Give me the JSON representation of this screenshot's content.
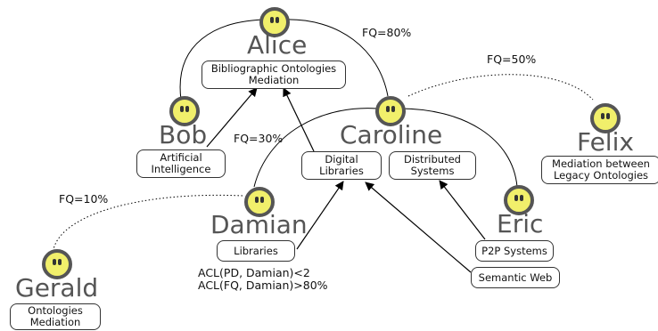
{
  "people": {
    "alice": {
      "name": "Alice"
    },
    "bob": {
      "name": "Bob"
    },
    "caroline": {
      "name": "Caroline"
    },
    "felix": {
      "name": "Felix"
    },
    "damian": {
      "name": "Damian"
    },
    "eric": {
      "name": "Eric"
    },
    "gerald": {
      "name": "Gerald"
    }
  },
  "topics": {
    "bib_ontologies": {
      "line1": "Bibliographic Ontologies",
      "line2": "Mediation"
    },
    "ai": {
      "line1": "Artificial",
      "line2": "Intelligence"
    },
    "digital_libraries": {
      "line1": "Digital",
      "line2": "Libraries"
    },
    "distributed_systems": {
      "line1": "Distributed",
      "line2": "Systems"
    },
    "mediation_legacy": {
      "line1": "Mediation between",
      "line2": "Legacy Ontologies"
    },
    "libraries": {
      "line1": "Libraries"
    },
    "p2p": {
      "line1": "P2P Systems"
    },
    "semantic_web": {
      "line1": "Semantic Web"
    },
    "ontologies_mediation": {
      "line1": "Ontologies",
      "line2": "Mediation"
    }
  },
  "labels": {
    "fq_alice_caroline": "FQ=80%",
    "fq_caroline_felix": "FQ=50%",
    "fq_bob_damian": "FQ=30%",
    "fq_damian_gerald": "FQ=10%",
    "acl_line1": "ACL(PD, Damian)<2",
    "acl_line2": "ACL(FQ, Damian)>80%"
  },
  "colors": {
    "avatar_fill": "#f1ef6b",
    "avatar_ring": "#555555",
    "name_text": "#555555"
  }
}
